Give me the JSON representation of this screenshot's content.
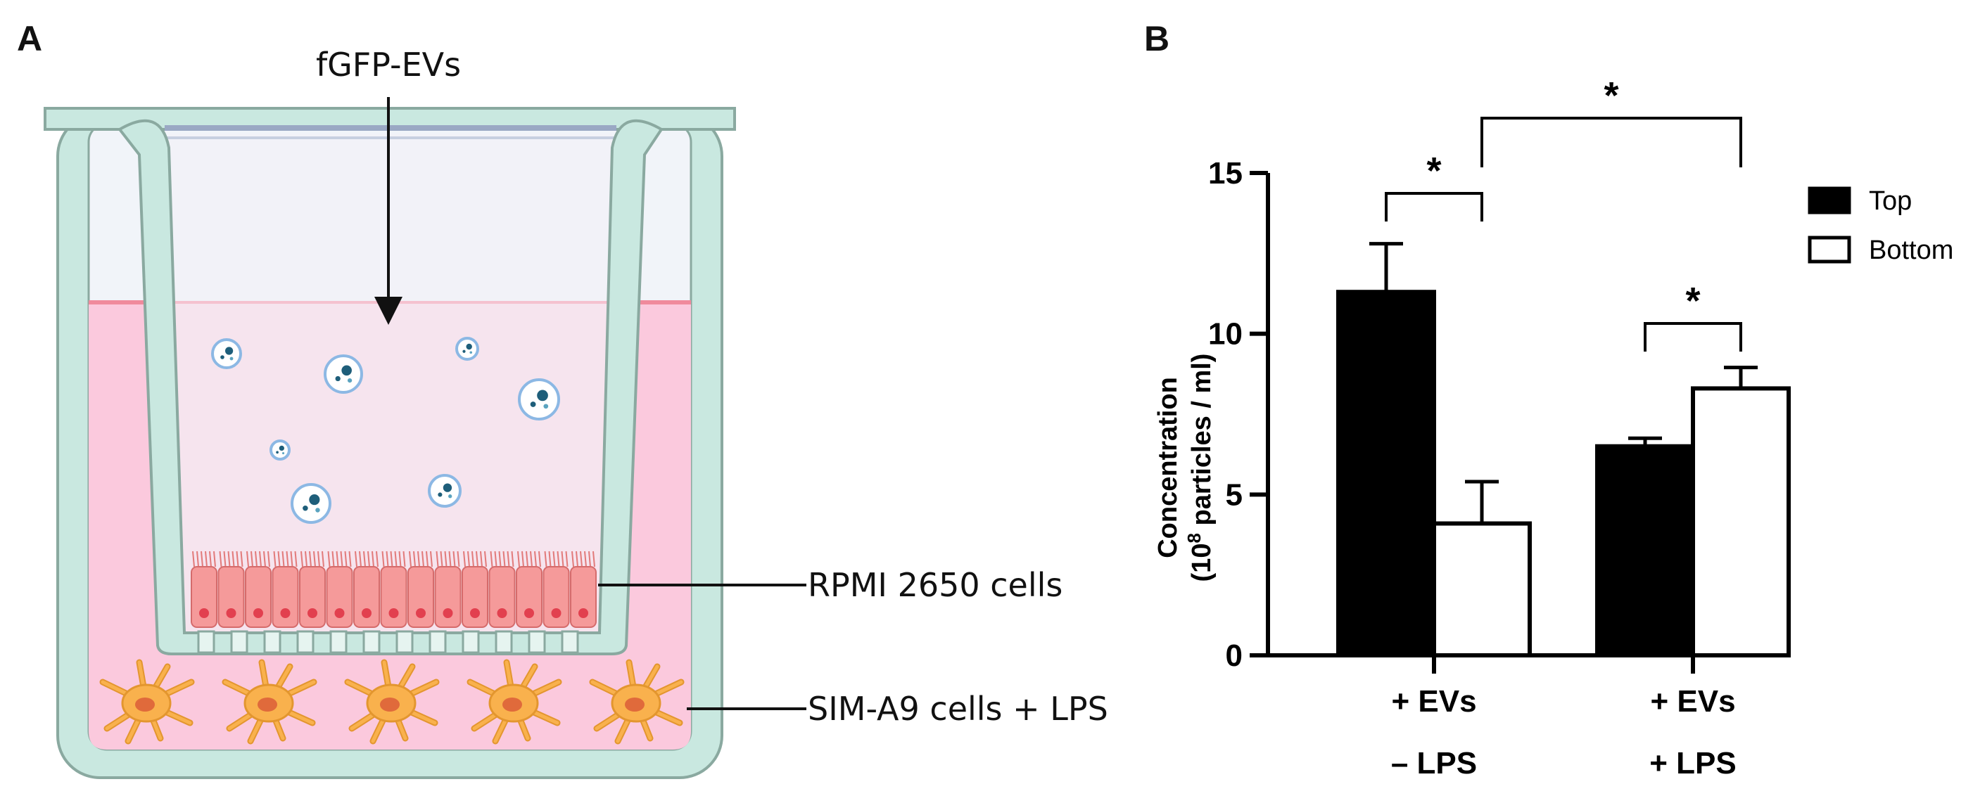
{
  "panels": {
    "a_label": "A",
    "b_label": "B"
  },
  "diagram": {
    "top_label": "fGFP-EVs",
    "cells_label": "RPMI 2650 cells",
    "bottom_label": "SIM-A9 cells + LPS",
    "colors": {
      "insert_wall": "#c9e8e0",
      "insert_stroke": "#8aa9a0",
      "medium": "#fbc9dd",
      "insert_medium": "#f6e4ee",
      "headspace": "#f1f4f9",
      "ev": "#1e5e7a",
      "epithelial": "#f59a9a",
      "microglia": "#f9b14d"
    }
  },
  "chart_data": {
    "type": "bar",
    "categories": [
      {
        "line1": "+ EVs",
        "line2": "– LPS"
      },
      {
        "line1": "+ EVs",
        "line2": "+ LPS"
      }
    ],
    "series": [
      {
        "name": "Top",
        "values": [
          11.3,
          6.5
        ],
        "errors": [
          1.5,
          0.25
        ],
        "fill": "#000000"
      },
      {
        "name": "Bottom",
        "values": [
          4.1,
          8.3
        ],
        "errors": [
          1.3,
          0.65
        ],
        "fill": "#ffffff"
      }
    ],
    "ylabel_line1": "Concentration",
    "ylabel_line2_pre": "(10",
    "ylabel_line2_sup": "8",
    "ylabel_line2_post": " particles / ml)",
    "ylim": [
      0,
      15
    ],
    "yticks": [
      0,
      5,
      10,
      15
    ],
    "legend_position": "top-right",
    "significance": [
      {
        "label": "*",
        "from": [
          0,
          0
        ],
        "to": [
          0,
          1
        ]
      },
      {
        "label": "*",
        "from": [
          1,
          0
        ],
        "to": [
          1,
          1
        ]
      },
      {
        "label": "*",
        "from": [
          0,
          1
        ],
        "to": [
          1,
          1
        ]
      }
    ]
  }
}
